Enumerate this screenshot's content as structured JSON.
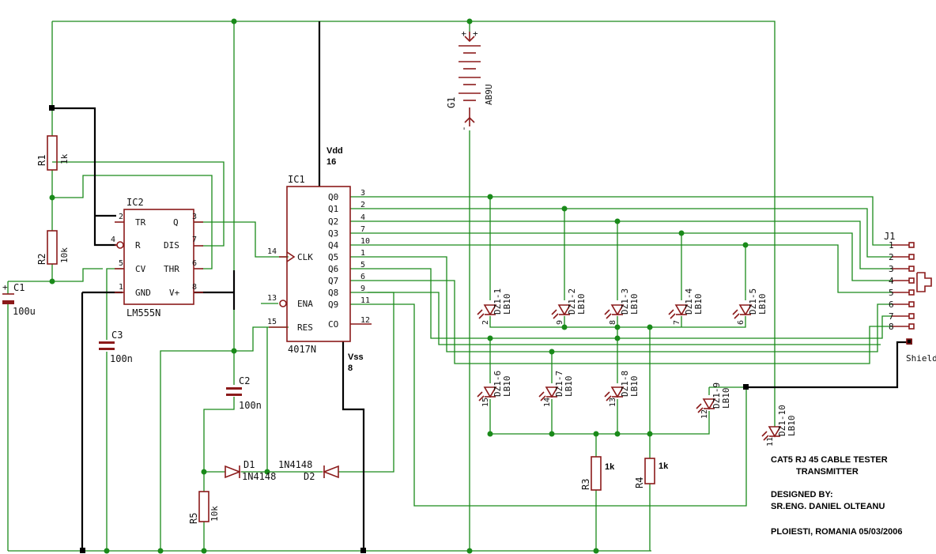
{
  "title_block": {
    "line1": "CAT5  RJ 45 CABLE TESTER",
    "line2": "TRANSMITTER",
    "line3": "DESIGNED BY:",
    "line4": "SR.ENG. DANIEL OLTEANU",
    "line5": "PLOIESTI, ROMANIA 05/03/2006"
  },
  "supply": {
    "vdd": "Vdd",
    "vdd_pin": "16",
    "vss": "Vss",
    "vss_pin": "8",
    "shield": "Shield"
  },
  "ic2": {
    "ref": "IC2",
    "part": "LM555N",
    "pins": [
      "TR",
      "R",
      "CV",
      "GND",
      "Q",
      "DIS",
      "THR",
      "V+"
    ],
    "pin_numbers": [
      "2",
      "4",
      "5",
      "1",
      "3",
      "7",
      "6",
      "8"
    ]
  },
  "ic1": {
    "ref": "IC1",
    "part": "4017N",
    "left_pins": [
      "CLK",
      "ENA",
      "RES"
    ],
    "left_numbers": [
      "14",
      "13",
      "15"
    ],
    "outputs": [
      "Q0",
      "Q1",
      "Q2",
      "Q3",
      "Q4",
      "Q5",
      "Q6",
      "Q7",
      "Q8",
      "Q9",
      "CO"
    ],
    "output_numbers": [
      "3",
      "2",
      "4",
      "7",
      "10",
      "1",
      "5",
      "6",
      "9",
      "11",
      "12"
    ]
  },
  "resistors": [
    {
      "ref": "R1",
      "value": "1k"
    },
    {
      "ref": "R2",
      "value": "10k"
    },
    {
      "ref": "R3",
      "value": "1k"
    },
    {
      "ref": "R4",
      "value": "1k"
    },
    {
      "ref": "R5",
      "value": "10k"
    }
  ],
  "capacitors": [
    {
      "ref": "C1",
      "value": "100u"
    },
    {
      "ref": "C2",
      "value": "100n"
    },
    {
      "ref": "C3",
      "value": "100n"
    }
  ],
  "diodes": [
    {
      "ref": "D1",
      "value": "1N4148"
    },
    {
      "ref": "D2",
      "value": "1N4148"
    }
  ],
  "battery": {
    "ref": "G1",
    "value": "AB9U"
  },
  "leds_top": [
    {
      "ref": "DZ1-1",
      "value": "LB10",
      "pins": "2"
    },
    {
      "ref": "DZ1-2",
      "value": "LB10",
      "pins": "9"
    },
    {
      "ref": "DZ1-3",
      "value": "LB10",
      "pins": "8"
    },
    {
      "ref": "DZ1-4",
      "value": "LB10",
      "pins": "7"
    },
    {
      "ref": "DZ1-5",
      "value": "LB10",
      "pins": "6"
    }
  ],
  "leds_bottom": [
    {
      "ref": "DZ1-6",
      "value": "LB10",
      "pins": "15"
    },
    {
      "ref": "DZ1-7",
      "value": "LB10",
      "pins": "14"
    },
    {
      "ref": "DZ1-8",
      "value": "LB10",
      "pins": "13"
    },
    {
      "ref": "DZ1-9",
      "value": "LB10",
      "pins": "12"
    },
    {
      "ref": "DZ1-10",
      "value": "LB10",
      "pins": "11"
    }
  ],
  "connector": {
    "ref": "J1",
    "pins": [
      "1",
      "2",
      "3",
      "4",
      "5",
      "6",
      "7",
      "8"
    ]
  },
  "colors": {
    "wire": "#1a8a1a",
    "part": "#8b1a1a",
    "bus": "#000000"
  }
}
